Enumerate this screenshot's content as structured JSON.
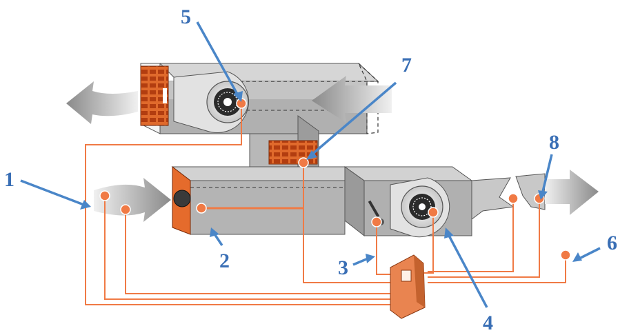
{
  "diagram": {
    "callouts": [
      {
        "id": "1",
        "label": "1"
      },
      {
        "id": "2",
        "label": "2"
      },
      {
        "id": "3",
        "label": "3"
      },
      {
        "id": "4",
        "label": "4"
      },
      {
        "id": "5",
        "label": "5"
      },
      {
        "id": "6",
        "label": "6"
      },
      {
        "id": "7",
        "label": "7"
      },
      {
        "id": "8",
        "label": "8"
      }
    ],
    "colors": {
      "callout_blue": "#4a86c8",
      "label_blue": "#3a6fb5",
      "wire_orange": "#f07a45",
      "duct_grey": "#a9a9a9",
      "duct_light": "#cfcfcf",
      "grille_orange": "#d4531c"
    }
  }
}
